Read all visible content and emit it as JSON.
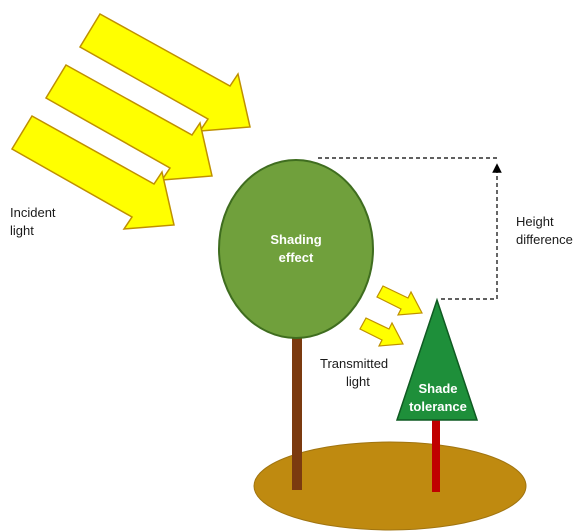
{
  "labels": {
    "incident_light": [
      "Incident",
      "light"
    ],
    "shading_effect": [
      "Shading",
      "effect"
    ],
    "height_difference": [
      "Height",
      "difference"
    ],
    "transmitted_light": [
      "Transmitted",
      "light"
    ],
    "shade_tolerance": [
      "Shade",
      "tolerance"
    ]
  },
  "colors": {
    "sun_arrow_fill": "#ffff00",
    "sun_arrow_stroke": "#bf9000",
    "canopy": "#70a03c",
    "canopy_stroke": "#3f6d1f",
    "trunk": "#7b3a0f",
    "small_tree": "#1e8f3a",
    "small_trunk": "#c00000",
    "ground": "#bf8a10",
    "dashed_line": "#000000"
  }
}
